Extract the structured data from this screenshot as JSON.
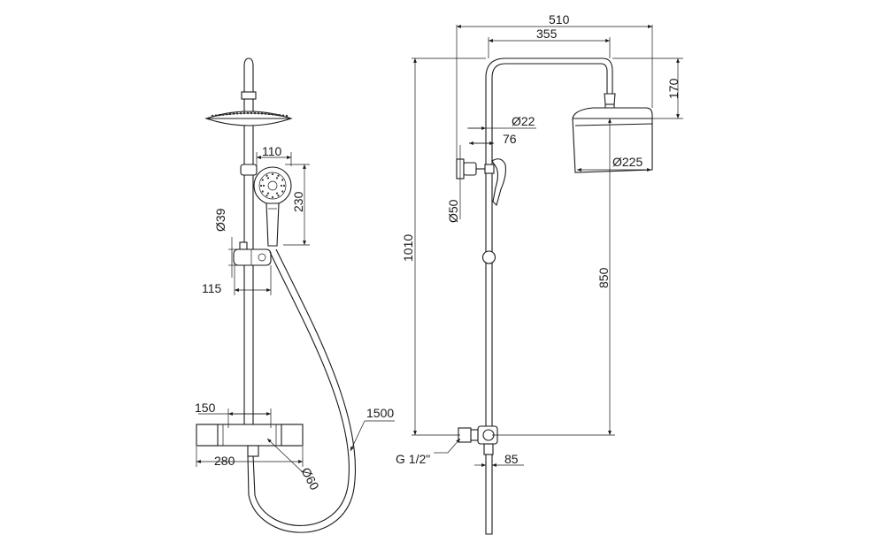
{
  "dimensions": {
    "left_view": {
      "hand_shower_width": "110",
      "hand_shower_height": "230",
      "holder_diameter": "Ø39",
      "holder_offset": "115",
      "valve_center": "150",
      "valve_width": "280",
      "valve_diameter": "Ø60",
      "hose_length": "1500"
    },
    "right_view": {
      "overall_width": "510",
      "arm_length": "355",
      "head_drop": "170",
      "pipe_diameter": "Ø22",
      "wall_offset": "76",
      "head_diameter": "Ø225",
      "bracket_diameter": "Ø50",
      "overall_height": "1010",
      "inlet_height": "850",
      "thread": "G 1/2\"",
      "outlet_offset": "85"
    }
  }
}
